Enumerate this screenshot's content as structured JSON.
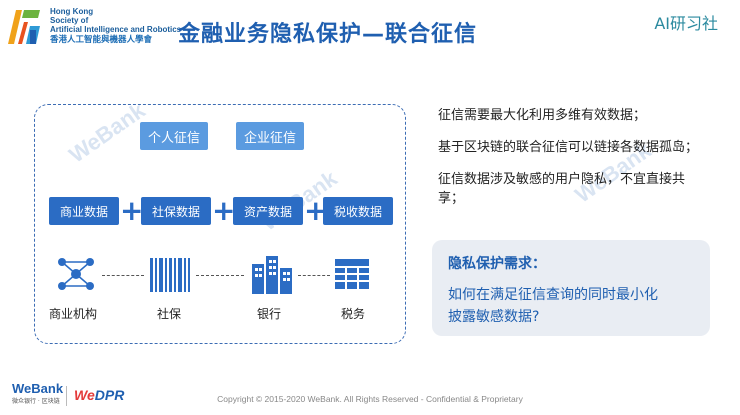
{
  "header": {
    "org_en_1": "Hong Kong",
    "org_en_2": "Society of",
    "org_en_3": "Artificial Intelligence and Robotics",
    "org_zh": "香港人工智能與機器人學會",
    "title": "金融业务隐私保护—联合征信",
    "brand": "AI研习社"
  },
  "diagram": {
    "top_boxes": [
      "个人征信",
      "企业征信"
    ],
    "data_boxes": [
      "商业数据",
      "社保数据",
      "资产数据",
      "税收数据"
    ],
    "plus": "+",
    "icon_labels": [
      "商业机构",
      "社保",
      "银行",
      "税务"
    ]
  },
  "points": [
    "征信需要最大化利用多维有效数据；",
    "基于区块链的联合征信可以链接各数据孤岛；",
    "征信数据涉及敏感的用户隐私，不宜直接共",
    "享；"
  ],
  "need": {
    "title": "隐私保护需求：",
    "line1": "如何在满足征信查询的同时最小化",
    "line2": "披露敏感数据?"
  },
  "footer": {
    "webank": "WeBank",
    "webank_sub": "微众银行 · 区块链",
    "wedpr_w": "We",
    "wedpr_rest": "DPR",
    "copyright": "Copyright © 2015-2020 WeBank. All Rights Reserved - Confidential & Proprietary"
  },
  "watermark": "WeBank",
  "colors": {
    "primary": "#2b6cc4",
    "title": "#1f5fb0",
    "panel_bg": "#e9edf3",
    "accent_red": "#e43b3b"
  }
}
